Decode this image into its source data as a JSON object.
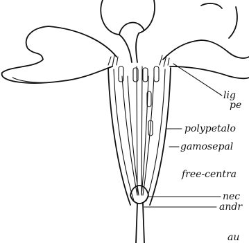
{
  "labels": {
    "ligulate_line1": "lig",
    "ligulate_line2": "pe",
    "polypetalous": "polypetalo",
    "gamosepalous": "gamosepal",
    "free_central": "free-centra",
    "nectary": "nec",
    "androecium": "andr",
    "bottom": "au"
  }
}
